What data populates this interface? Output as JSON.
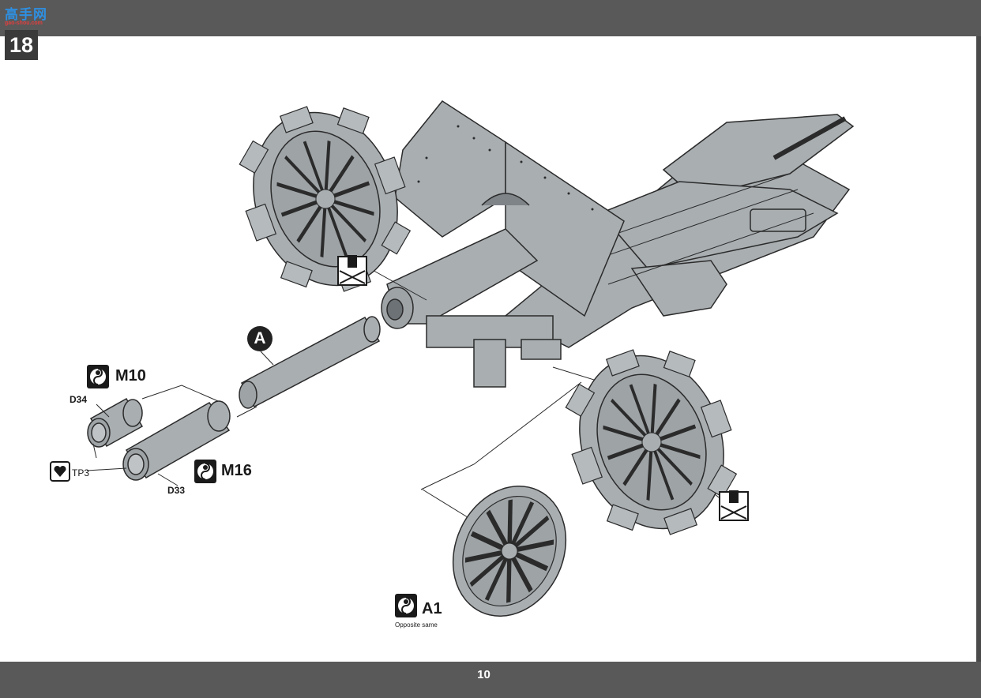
{
  "header": {
    "logo_text": "高手网",
    "logo_url": "gao-shou.com",
    "step_number": "18"
  },
  "labels": {
    "callout_A": "A",
    "m10": "M10",
    "d34": "D34",
    "tp3": "TP3",
    "d33": "D33",
    "m16": "M16",
    "a1": "A1",
    "opposite_same": "Opposite same"
  },
  "footer": {
    "page_number": "10"
  },
  "icons": [
    "glue-icon",
    "cement-not-required-icon",
    "glue-dots-icon"
  ],
  "colors": {
    "bar": "#595959",
    "part": "#a9aeb1",
    "part_dark": "#7e8488",
    "outline": "#2b2b2b"
  }
}
